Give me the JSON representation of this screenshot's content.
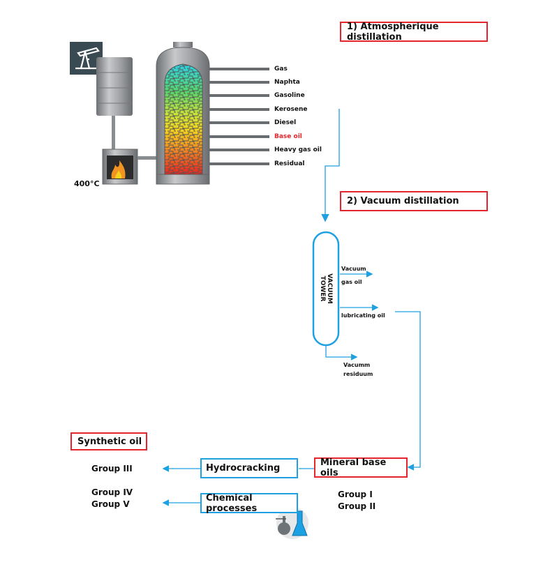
{
  "labels": {
    "atmospheric": "1) Atmospherique distillation",
    "vacuum": "2) Vacuum distillation",
    "synthetic": "Synthetic oil",
    "mineral": "Mineral base oils",
    "hydrocracking": "Hydrocracking",
    "chemical": "Chemical processes",
    "temperature": "400°C"
  },
  "products": [
    "Gas",
    "Naphta",
    "Gasoline",
    "Kerosene",
    "Diesel",
    "Base oil",
    "Heavy gas oil",
    "Residual"
  ],
  "highlight_product": "Base oil",
  "vacuum_tower": {
    "title_line1": "VACUUM",
    "title_line2": "TOWER",
    "out1_line1": "Vacuum",
    "out1_line2": "gas oil",
    "out2": "lubricating oil",
    "out3_line1": "Vacumm",
    "out3_line2": "residuum"
  },
  "groups": {
    "group3": "Group III",
    "group4": "Group IV",
    "group5": "Group V",
    "group1": "Group I",
    "group2": "Group II"
  },
  "colors": {
    "accent_red": "#e5242b",
    "accent_blue": "#1da1e2",
    "steel": "#8a8d90",
    "dark_icon": "#3a4a52"
  },
  "icons": [
    "oil-pump-icon",
    "fire-icon",
    "lab-flask-icon"
  ]
}
